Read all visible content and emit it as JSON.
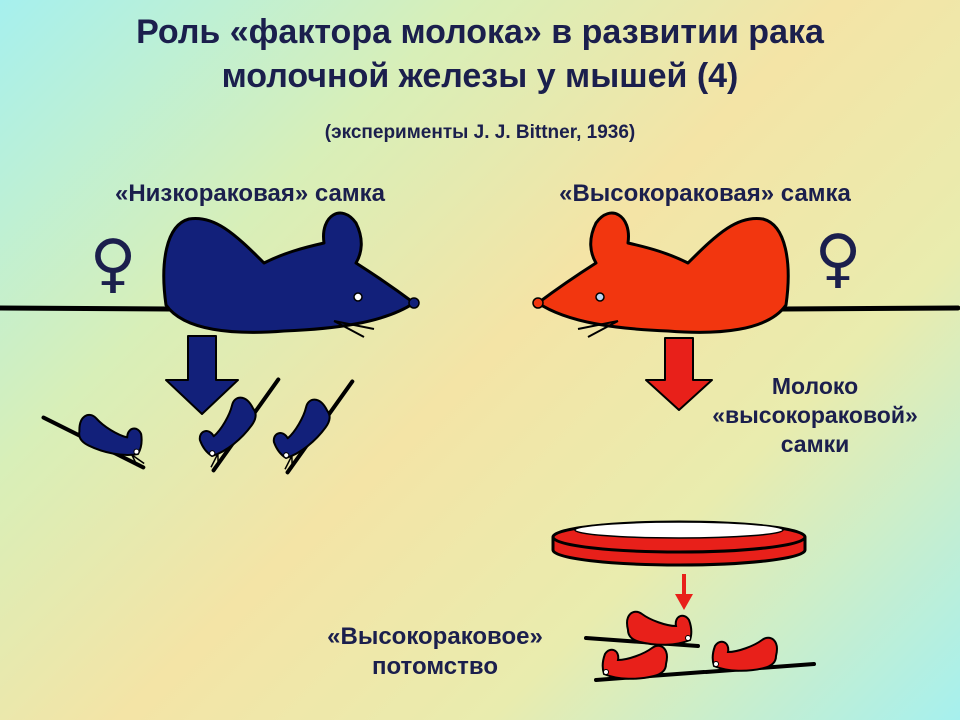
{
  "slide": {
    "title_line1": "Роль «фактора молока» в развитии рака",
    "title_line2": "молочной железы у мышей (4)",
    "subtitle": "(эксперименты J. J. Bittner, 1936)"
  },
  "low_female": {
    "label": "«Низкораковая» самка",
    "symbol": "♀",
    "color": "#12207a"
  },
  "high_female": {
    "label": "«Высокораковая» самка",
    "symbol": "♀",
    "color": "#f2360f"
  },
  "milk": {
    "line1": "Молоко",
    "line2": "«высокораковой»",
    "line3": "самки"
  },
  "offspring": {
    "line1": "«Высокораковое»",
    "line2": "потомство"
  }
}
